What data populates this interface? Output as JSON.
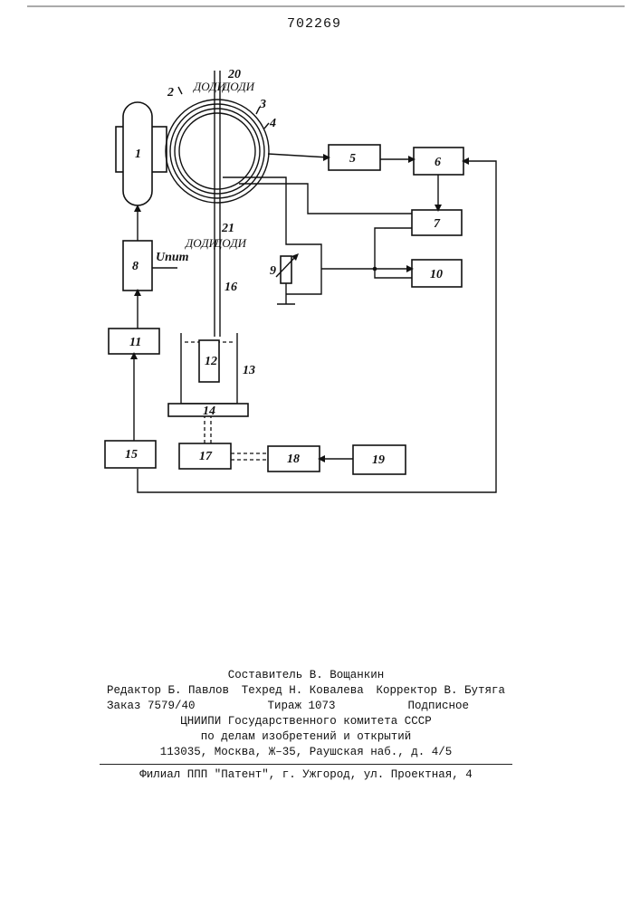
{
  "header": {
    "page_number": "702269"
  },
  "diagram": {
    "blocks": [
      "1",
      "2",
      "3",
      "4",
      "5",
      "6",
      "7",
      "8",
      "9",
      "10",
      "11",
      "12",
      "13",
      "14",
      "15",
      "16",
      "17",
      "18",
      "19",
      "20",
      "21"
    ],
    "supply_label": "Uпит"
  },
  "footer": {
    "compiler": "Составитель В. Вощанкин",
    "editor": "Редактор Б. Павлов",
    "techred": "Техред Н. Ковалева",
    "corrector": "Корректор  В. Бутяга",
    "order": "Заказ 7579/40",
    "circulation": "Тираж 1073",
    "subscription": "Подписное",
    "institute": "ЦНИИПИ Государственного комитета СССР",
    "department": "по делам изобретений и открытий",
    "address": "113035, Москва, Ж–35, Раушская наб., д. 4/5",
    "branch": "Филиал ППП \"Патент\", г. Ужгород, ул. Проектная, 4"
  }
}
